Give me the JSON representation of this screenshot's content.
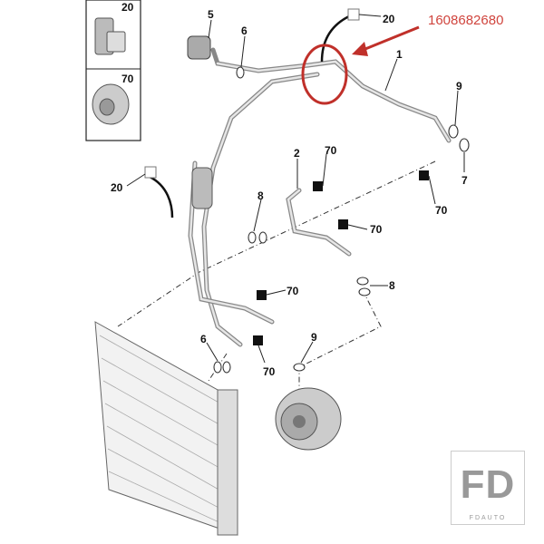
{
  "inset": {
    "top_label": "20",
    "bottom_label": "70"
  },
  "callouts": {
    "c5": "5",
    "c6_top": "6",
    "c20_top": "20",
    "c1": "1",
    "c9_right": "9",
    "c7": "7",
    "c70_right": "70",
    "c20_left": "20",
    "c2": "2",
    "c70_mid_top": "70",
    "c8_left": "8",
    "c70_mid": "70",
    "c8_right": "8",
    "c70_low": "70",
    "c6_low": "6",
    "c70_bottom": "70",
    "c9_low": "9"
  },
  "highlight": {
    "part_number": "1608682680",
    "color": "#d0453e"
  },
  "watermark": {
    "big": "FD",
    "small": "FDAUTO"
  }
}
